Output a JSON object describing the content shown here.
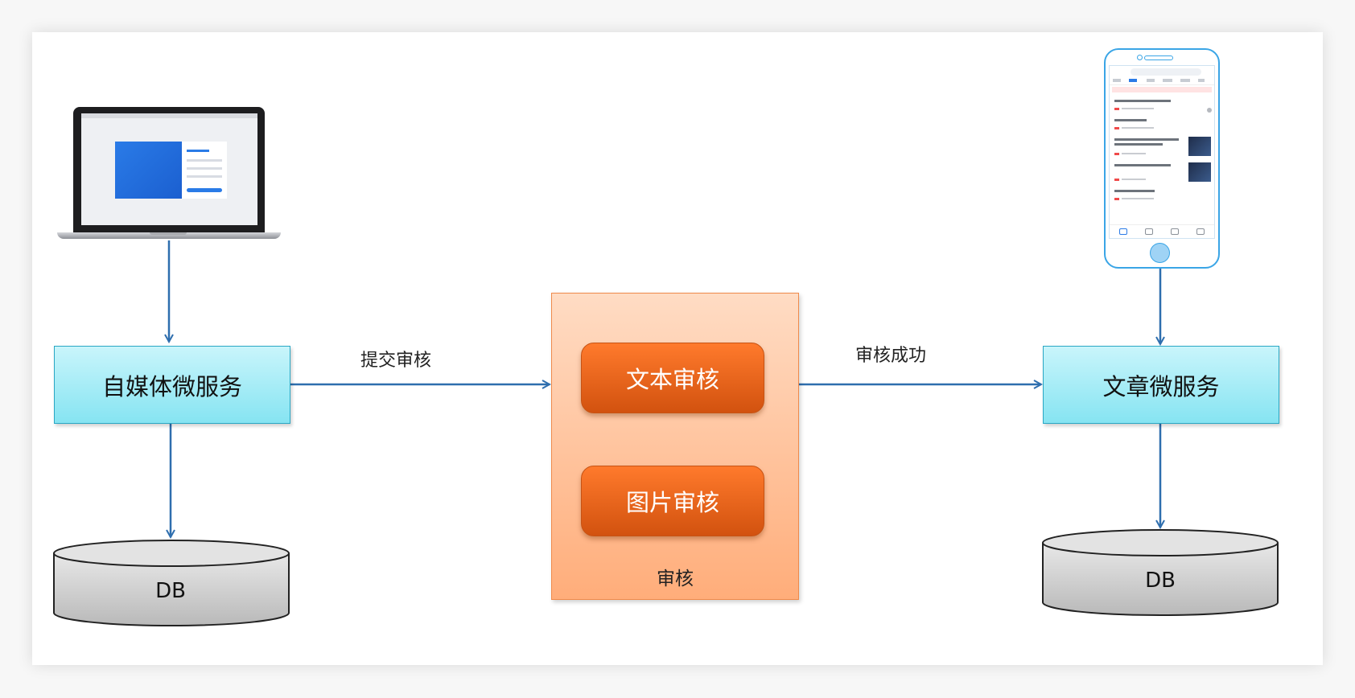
{
  "diagram": {
    "nodes": {
      "media_service": {
        "label": "自媒体微服务"
      },
      "article_service": {
        "label": "文章微服务"
      },
      "audit": {
        "label": "审核",
        "text_audit": "文本审核",
        "image_audit": "图片审核"
      },
      "db_left": {
        "label": "DB"
      },
      "db_right": {
        "label": "DB"
      }
    },
    "edges": {
      "submit": "提交审核",
      "success": "审核成功"
    }
  },
  "colors": {
    "arrow": "#2e6eae",
    "service_fill": "#a9ecf6",
    "service_border": "#2aa7c4",
    "audit_fill": "#ffc29d",
    "audit_button": "#f2661c",
    "db_fill": "#d9d9d9"
  },
  "icons": {
    "laptop": "laptop-icon",
    "phone": "smartphone-icon"
  }
}
